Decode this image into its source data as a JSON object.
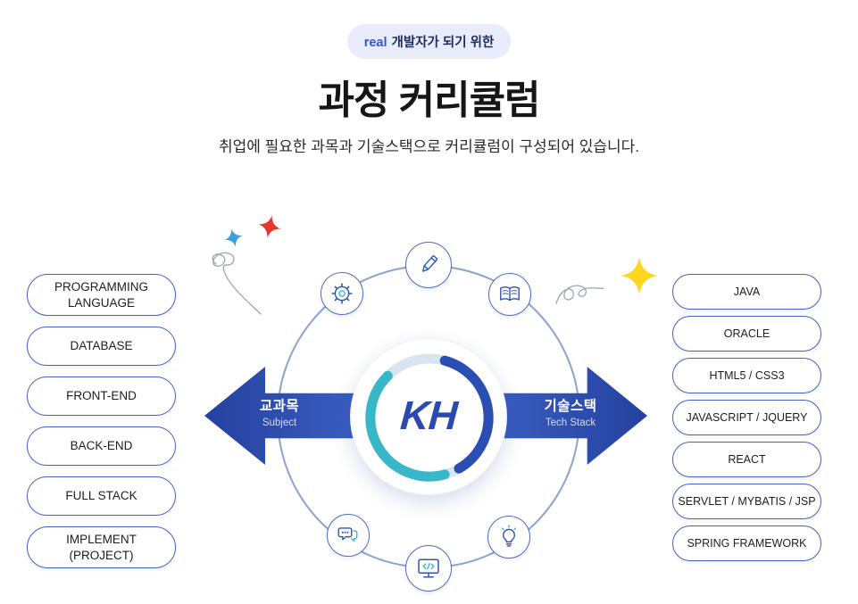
{
  "header": {
    "badge": {
      "highlight": "real",
      "text": "개발자가 되기 위한"
    },
    "title": "과정 커리큘럼",
    "subtitle": "취업에 필요한 과목과 기술스택으로 커리큘럼이 구성되어 있습니다."
  },
  "diagram": {
    "logo": "KH",
    "left_arrow": {
      "label": "교과목",
      "sublabel": "Subject"
    },
    "right_arrow": {
      "label": "기술스택",
      "sublabel": "Tech Stack"
    },
    "icons": [
      "gear-icon",
      "pencil-icon",
      "book-icon",
      "chat-icon",
      "bulb-icon",
      "monitor-icon"
    ]
  },
  "subjects": [
    "PROGRAMMING LANGUAGE",
    "DATABASE",
    "FRONT-END",
    "BACK-END",
    "FULL STACK",
    "IMPLEMENT (PROJECT)"
  ],
  "tech_stacks": [
    "JAVA",
    "ORACLE",
    "HTML5 / CSS3",
    "JAVASCRIPT / JQUERY",
    "REACT",
    "SERVLET / MYBATIS / JSP",
    "SPRING FRAMEWORK"
  ],
  "colors": {
    "accent_blue": "#2f55e0",
    "pill_border": "#4460bd",
    "arrow_navy": "#24419e",
    "arrow_blue": "#3e62c6",
    "ring_navy": "#2b4eb2",
    "ring_teal": "#38b7c8",
    "sparkle_red": "#e4382c",
    "sparkle_blue": "#3f9fd9",
    "sparkle_yellow": "#ffd61e"
  }
}
